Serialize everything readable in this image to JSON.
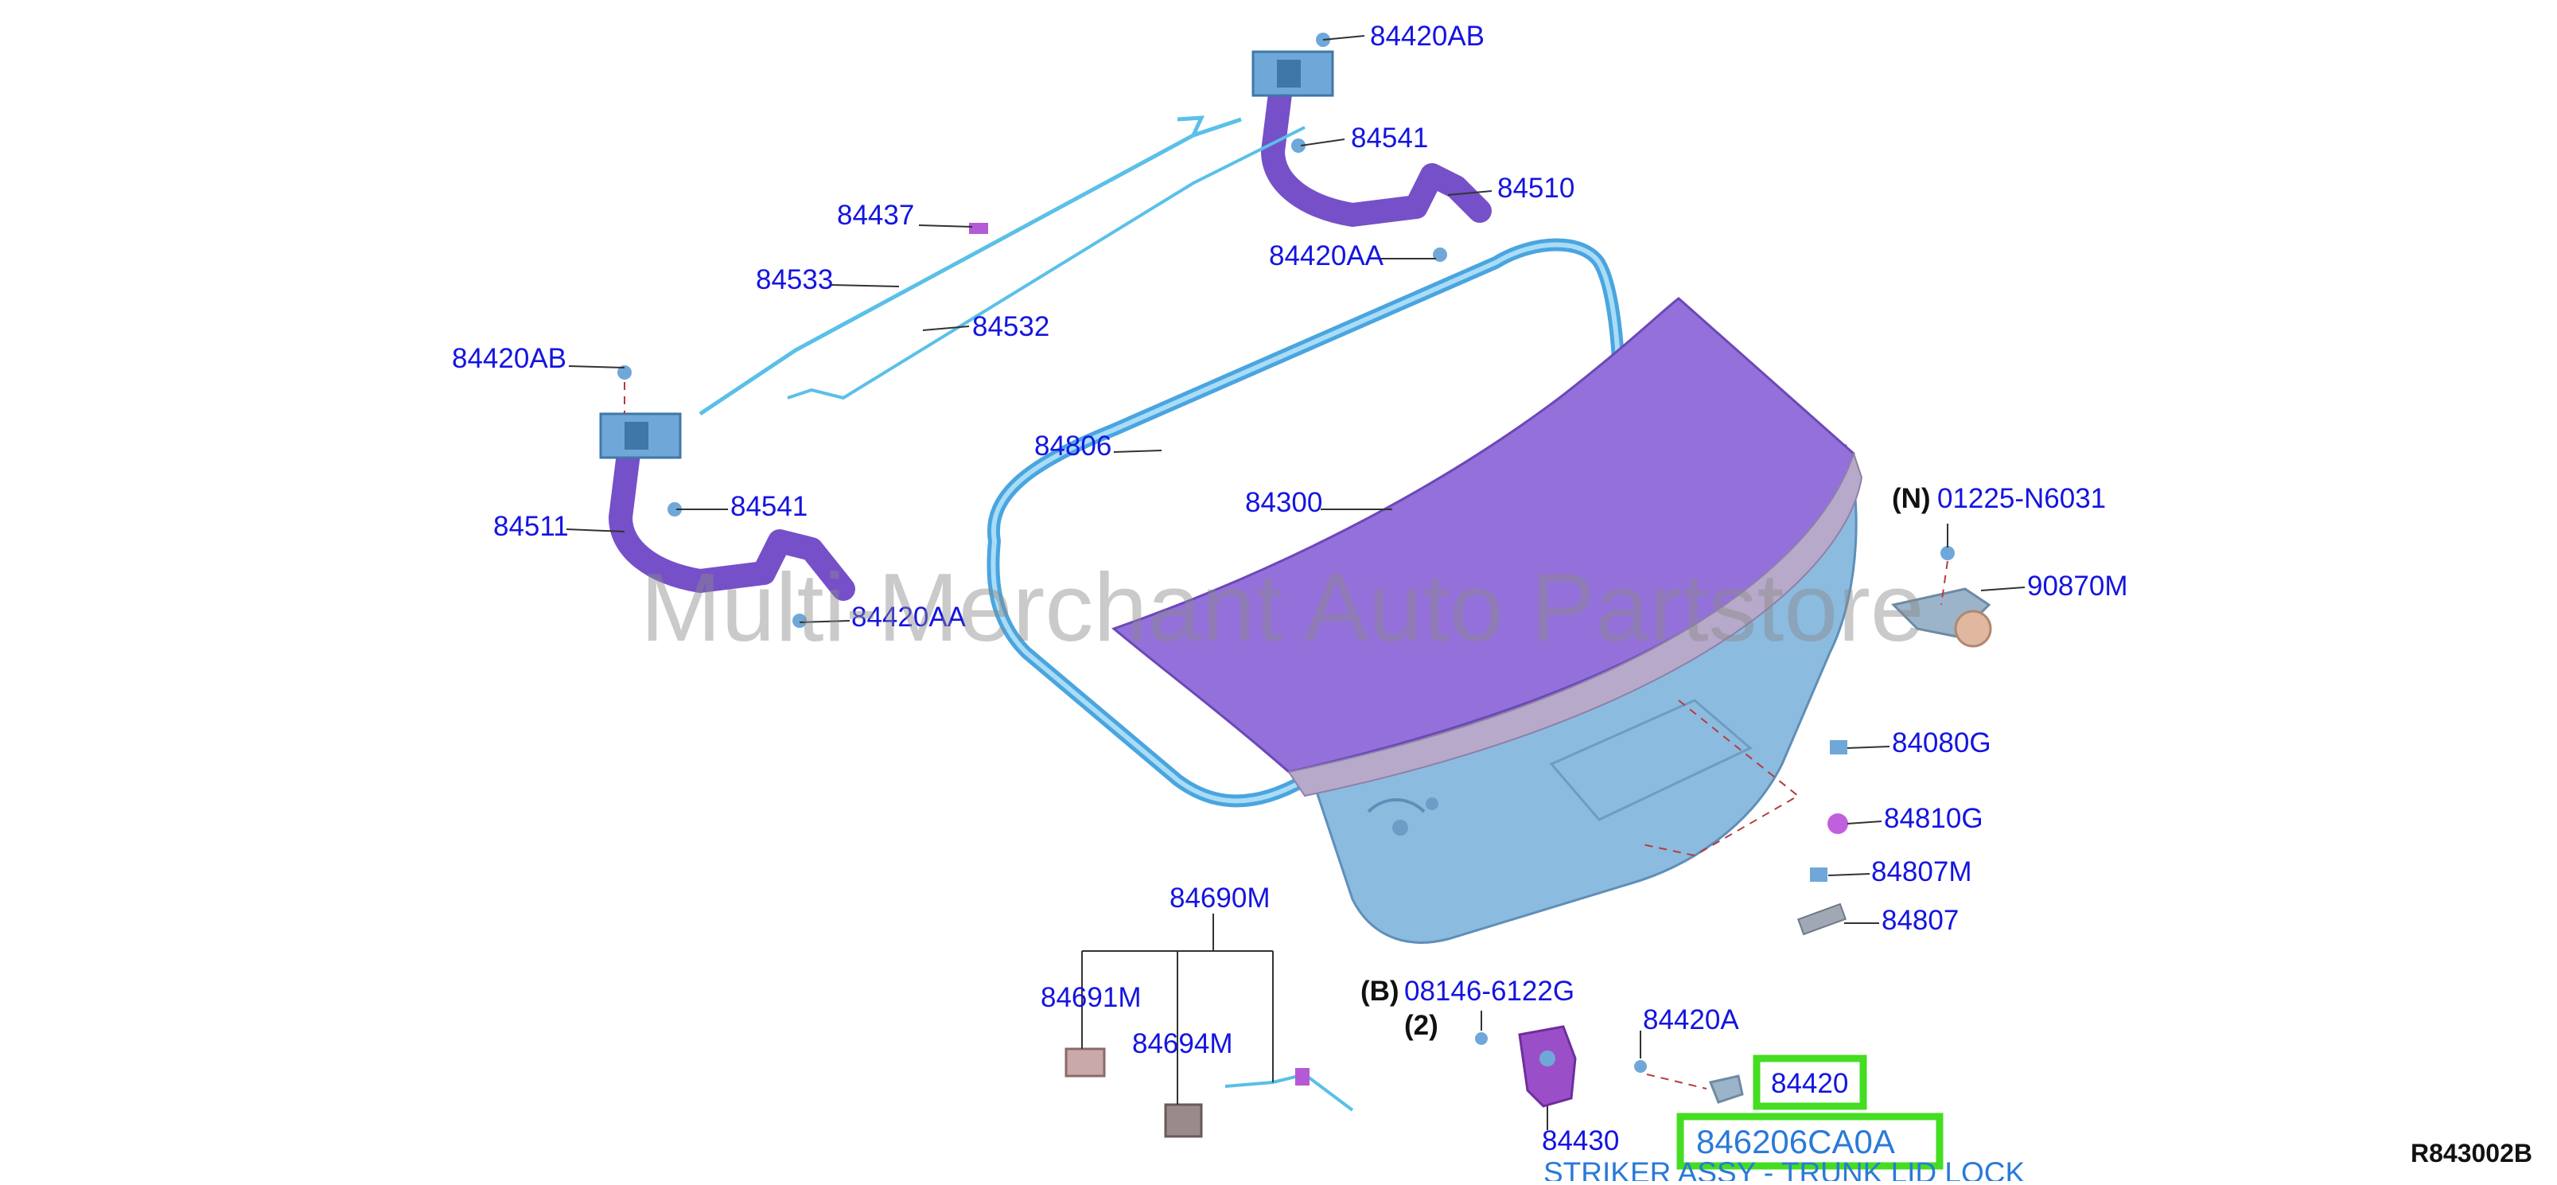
{
  "diagram_code": "R843002B",
  "watermark": "Multi-Merchant Auto Partstore",
  "highlight": {
    "part_number": "846206CA0A",
    "description": "STRIKER ASSY - TRUNK LID LOCK"
  },
  "labels": {
    "l_84420AB_top": "84420AB",
    "l_84541_top": "84541",
    "l_84510": "84510",
    "l_84437": "84437",
    "l_84420AA_top": "84420AA",
    "l_84533": "84533",
    "l_84532": "84532",
    "l_84420AB_left": "84420AB",
    "l_84806": "84806",
    "l_84300": "84300",
    "l_84541_left": "84541",
    "l_84511": "84511",
    "l_84420AA_left": "84420AA",
    "l_N_prefix": "(N)",
    "l_01225": "01225-N6031",
    "l_90870M": "90870M",
    "l_84080G": "84080G",
    "l_84810G": "84810G",
    "l_84807M": "84807M",
    "l_84807": "84807",
    "l_84690M": "84690M",
    "l_84691M": "84691M",
    "l_84694M": "84694M",
    "l_B_prefix": "(B)",
    "l_08146": "08146-6122G",
    "l_qty2": "(2)",
    "l_84420A": "84420A",
    "l_84420": "84420",
    "l_84430": "84430"
  },
  "colors": {
    "label": "#1414e0",
    "purple": "#8a5cd6",
    "purple_dark": "#6b3fb8",
    "blue_part": "#7fb3d9",
    "cable": "#58c0e6",
    "seal": "#6fb8e8",
    "highlight_box": "#44dd22"
  }
}
